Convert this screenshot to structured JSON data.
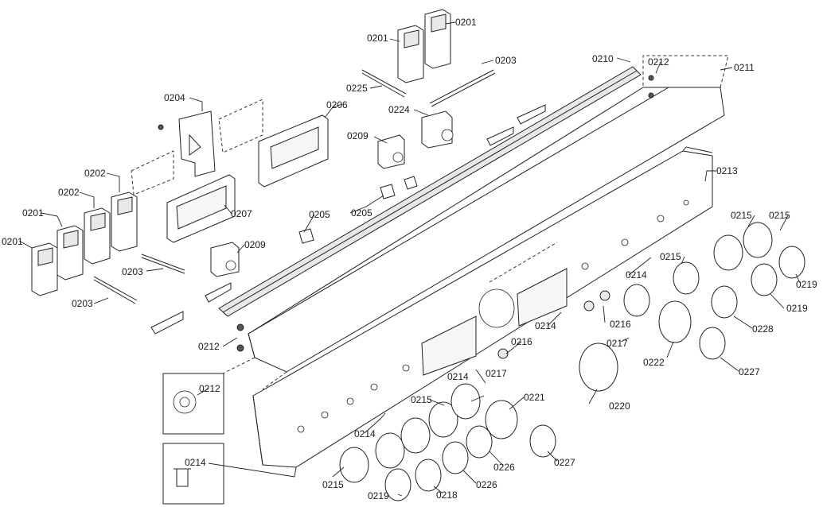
{
  "diagram": {
    "type": "exploded-parts-view",
    "parts": [
      {
        "id": "p201a",
        "label": "0201"
      },
      {
        "id": "p201b",
        "label": "0201"
      },
      {
        "id": "p201c",
        "label": "0201"
      },
      {
        "id": "p201d",
        "label": "0201"
      },
      {
        "id": "p202a",
        "label": "0202"
      },
      {
        "id": "p202b",
        "label": "0202"
      },
      {
        "id": "p203a",
        "label": "0203"
      },
      {
        "id": "p203b",
        "label": "0203"
      },
      {
        "id": "p203c",
        "label": "0203"
      },
      {
        "id": "p204",
        "label": "0204"
      },
      {
        "id": "p205a",
        "label": "0205"
      },
      {
        "id": "p205b",
        "label": "0205"
      },
      {
        "id": "p206",
        "label": "0206"
      },
      {
        "id": "p207",
        "label": "0207"
      },
      {
        "id": "p209a",
        "label": "0209"
      },
      {
        "id": "p209b",
        "label": "0209"
      },
      {
        "id": "p210",
        "label": "0210"
      },
      {
        "id": "p211",
        "label": "0211"
      },
      {
        "id": "p212a",
        "label": "0212"
      },
      {
        "id": "p212b",
        "label": "0212"
      },
      {
        "id": "p212c",
        "label": "0212"
      },
      {
        "id": "p213",
        "label": "0213"
      },
      {
        "id": "p214a",
        "label": "0214"
      },
      {
        "id": "p214b",
        "label": "0214"
      },
      {
        "id": "p214c",
        "label": "0214"
      },
      {
        "id": "p214d",
        "label": "0214"
      },
      {
        "id": "p214e",
        "label": "0214"
      },
      {
        "id": "p214f",
        "label": "0214"
      },
      {
        "id": "p215a",
        "label": "0215"
      },
      {
        "id": "p215b",
        "label": "0215"
      },
      {
        "id": "p215c",
        "label": "0215"
      },
      {
        "id": "p215d",
        "label": "0215"
      },
      {
        "id": "p215e",
        "label": "0215"
      },
      {
        "id": "p216a",
        "label": "0216"
      },
      {
        "id": "p216b",
        "label": "0216"
      },
      {
        "id": "p217a",
        "label": "0217"
      },
      {
        "id": "p217b",
        "label": "0217"
      },
      {
        "id": "p218",
        "label": "0218"
      },
      {
        "id": "p219a",
        "label": "0219"
      },
      {
        "id": "p219b",
        "label": "0219"
      },
      {
        "id": "p219c",
        "label": "0219"
      },
      {
        "id": "p220",
        "label": "0220"
      },
      {
        "id": "p221",
        "label": "0221"
      },
      {
        "id": "p222",
        "label": "0222"
      },
      {
        "id": "p224",
        "label": "0224"
      },
      {
        "id": "p225",
        "label": "0225"
      },
      {
        "id": "p226a",
        "label": "0226"
      },
      {
        "id": "p226b",
        "label": "0226"
      },
      {
        "id": "p227a",
        "label": "0227"
      },
      {
        "id": "p227b",
        "label": "0227"
      },
      {
        "id": "p228",
        "label": "0228"
      }
    ]
  }
}
